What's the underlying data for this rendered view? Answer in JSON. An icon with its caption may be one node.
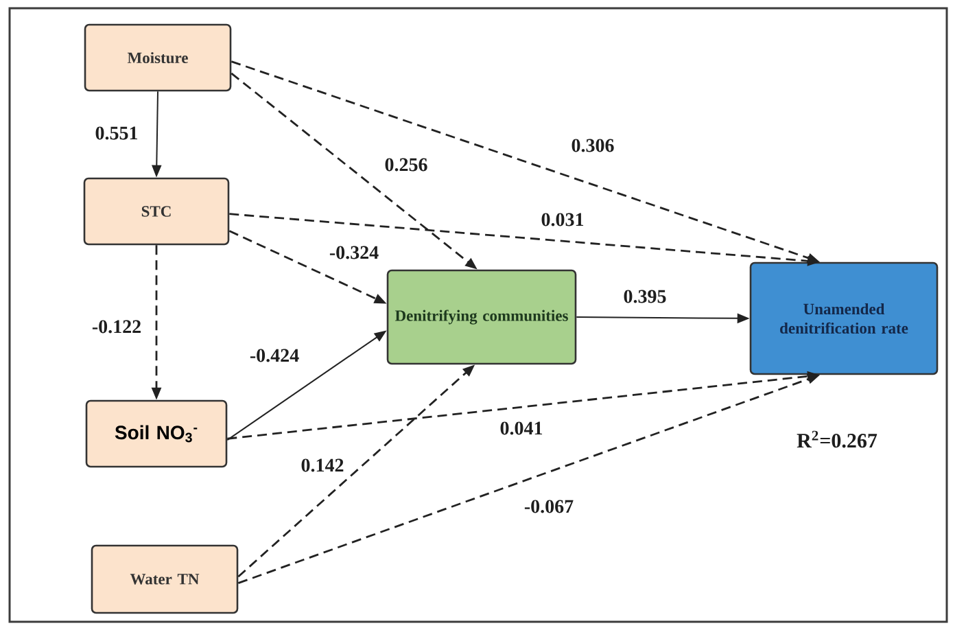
{
  "diagram": {
    "nodes": [
      {
        "text": [
          "Moisture"
        ]
      },
      {
        "text": [
          "STC"
        ]
      },
      {
        "text": [
          "Soil NO$_{3}$$^{-}$"
        ]
      },
      {
        "text": [
          "Water TN"
        ]
      },
      {
        "text": [
          "Denitrifying communities"
        ]
      },
      {
        "text": [
          "Unamended denitrification rate"
        ]
      }
    ],
    "edges": [
      {
        "from": 0,
        "to": 1,
        "arrow": "to",
        "label": "0.551"
      },
      {
        "from": 0,
        "to": 4,
        "arrow": "to",
        "label": "0.256",
        "style": "dashed"
      },
      {
        "from": 0,
        "to": 5,
        "arrow": "to",
        "label": "0.306",
        "style": "dashed"
      },
      {
        "from": 1,
        "to": 4,
        "arrow": "to",
        "label": "-0.324",
        "style": "dashed"
      },
      {
        "from": 1,
        "to": 5,
        "arrow": "to",
        "label": "0.031",
        "style": "dashed"
      },
      {
        "from": 1,
        "to": 2,
        "arrow": "to",
        "label": "-0.122",
        "style": "dashed"
      },
      {
        "from": 2,
        "to": 4,
        "arrow": "to",
        "label": "-0.424"
      },
      {
        "from": 2,
        "to": 5,
        "arrow": "to",
        "label": "0.041",
        "style": "dashed"
      },
      {
        "from": 3,
        "to": 4,
        "arrow": "to",
        "label": "0.142",
        "style": "dashed"
      },
      {
        "from": 3,
        "to": 5,
        "arrow": "to",
        "label": "-0.067",
        "style": "dashed"
      },
      {
        "from": 4,
        "to": 5,
        "arrow": "to",
        "label": "0.395"
      }
    ],
    "labels": [
      "R$^{2}$=0.267"
    ]
  }
}
